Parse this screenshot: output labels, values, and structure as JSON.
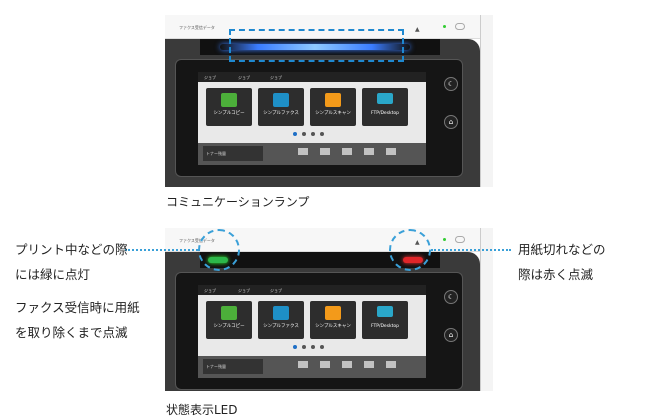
{
  "device": {
    "top_label": "ファクス受信データ",
    "warning_icon": "warning-triangle-icon",
    "status_tabs": [
      "ジョブ",
      "ジョブ",
      "ジョブ"
    ],
    "tiles": [
      {
        "label": "シンプルコピー",
        "color": "#4caf3a"
      },
      {
        "label": "シンプルファクス",
        "color": "#1e8fc6"
      },
      {
        "label": "シンプルスキャン",
        "color": "#f39a1a"
      },
      {
        "label": "FTP/Desktop",
        "color": "#2aa7c9"
      }
    ],
    "toner_label": "トナー残量"
  },
  "panel1": {
    "caption": "コミュニケーションランプ",
    "lamp_color": "#3a7cff"
  },
  "panel2": {
    "caption": "状態表示LED",
    "left_notes": [
      "プリント中などの際",
      "には緑に点灯",
      "ファクス受信時に用紙",
      "を取り除くまで点滅"
    ],
    "right_notes": [
      "用紙切れなどの",
      "際は赤く点滅"
    ],
    "green_led": "#2db84a",
    "red_led": "#e0262a"
  }
}
